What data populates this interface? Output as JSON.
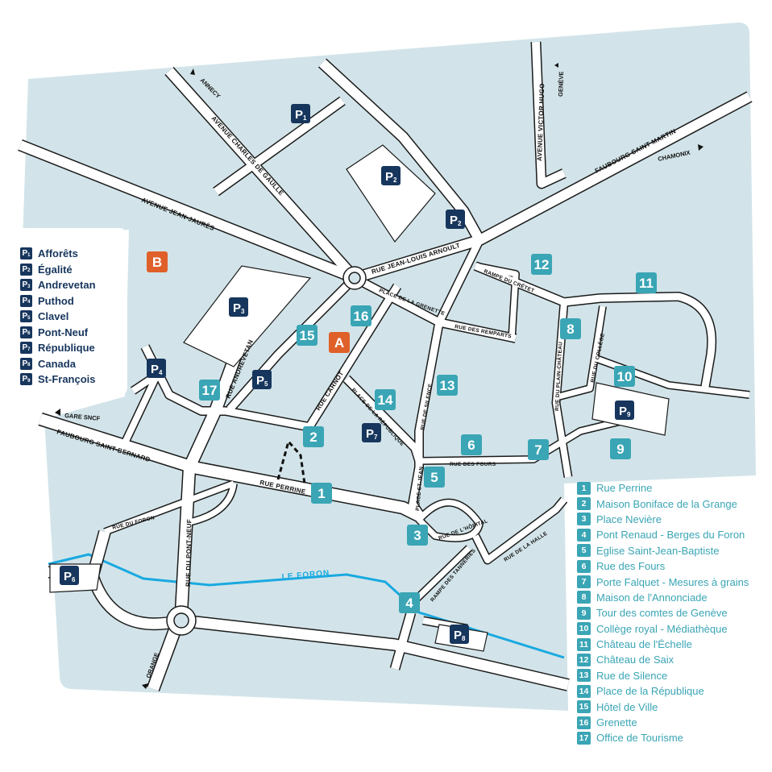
{
  "colors": {
    "map_bg": "#d2e4e9",
    "sight": "#3aa5b5",
    "parking": "#17365d",
    "highlight": "#e0602a",
    "river": "#1aa9e0"
  },
  "directions": {
    "annecy": "ANNECY",
    "geneve": "GENÈVE",
    "chamonix": "CHAMONIX",
    "gare": "GARE SNCF",
    "orange": "ORANGE"
  },
  "streets": {
    "jean_jaures": "AVENUE JEAN-JAURÈS",
    "charles_de_gaulle": "AVENUE CHARLES DE GAULLE",
    "victor_hugo": "AVENUE VICTOR HUGO",
    "saint_martin": "FAUBOURG SAINT MARTIN",
    "arnoult": "RUE JEAN-LOUIS ARNOULT",
    "grenette": "PLACE DE LA GRENETTE",
    "remparts": "RUE DES REMPARTS",
    "cretet": "RAMPE DU CRÊTET",
    "plain_chateau": "RUE DU PLAIN-CHÂTEAU",
    "college": "RUE DU COLLÈGE",
    "silence": "RUE DE SILENCE",
    "republique": "PLACE DE LA RÉPUBLIQUE",
    "carnot": "RUE CARNOT",
    "andrevetan": "RUE ANDREVETAN",
    "fours": "RUE DES FOURS",
    "st_jean": "PLACE ST-JEAN",
    "hopital": "RUE DE L'HÔPITAL",
    "halle": "RUE DE LA HALLE",
    "tanneries": "RAMPE DES TANNERIES",
    "saint_bernard": "FAUBOURG SAINT-BERNARD",
    "perrine": "RUE PERRINE",
    "foron_rue": "RUE DU FORON",
    "pont_neuf": "RUE DU PONT-NEUF",
    "river": "LE FORON"
  },
  "special_markers": {
    "a": "A",
    "b": "B"
  },
  "parking": [
    {
      "code": "P",
      "num": "1",
      "name": "Afforêts"
    },
    {
      "code": "P",
      "num": "2",
      "name": "Égalité"
    },
    {
      "code": "P",
      "num": "3",
      "name": "Andrevetan"
    },
    {
      "code": "P",
      "num": "4",
      "name": "Puthod"
    },
    {
      "code": "P",
      "num": "5",
      "name": "Clavel"
    },
    {
      "code": "P",
      "num": "6",
      "name": "Pont-Neuf"
    },
    {
      "code": "P",
      "num": "7",
      "name": "République"
    },
    {
      "code": "P",
      "num": "8",
      "name": "Canada"
    },
    {
      "code": "P",
      "num": "9",
      "name": "St-François"
    }
  ],
  "sights": [
    {
      "num": "1",
      "name": "Rue Perrine"
    },
    {
      "num": "2",
      "name": "Maison Boniface de la Grange"
    },
    {
      "num": "3",
      "name": "Place Nevière"
    },
    {
      "num": "4",
      "name": "Pont Renaud - Berges du Foron"
    },
    {
      "num": "5",
      "name": "Eglise Saint-Jean-Baptiste"
    },
    {
      "num": "6",
      "name": "Rue des Fours"
    },
    {
      "num": "7",
      "name": "Porte Falquet - Mesures à grains"
    },
    {
      "num": "8",
      "name": "Maison de l'Annonciade"
    },
    {
      "num": "9",
      "name": "Tour des comtes de Genève"
    },
    {
      "num": "10",
      "name": "Collège royal - Médiathèque"
    },
    {
      "num": "11",
      "name": "Château de l'Échelle"
    },
    {
      "num": "12",
      "name": "Château de Saix"
    },
    {
      "num": "13",
      "name": "Rue de Silence"
    },
    {
      "num": "14",
      "name": "Place de la République"
    },
    {
      "num": "15",
      "name": "Hôtel de Ville"
    },
    {
      "num": "16",
      "name": "Grenette"
    },
    {
      "num": "17",
      "name": "Office de Tourisme"
    }
  ]
}
